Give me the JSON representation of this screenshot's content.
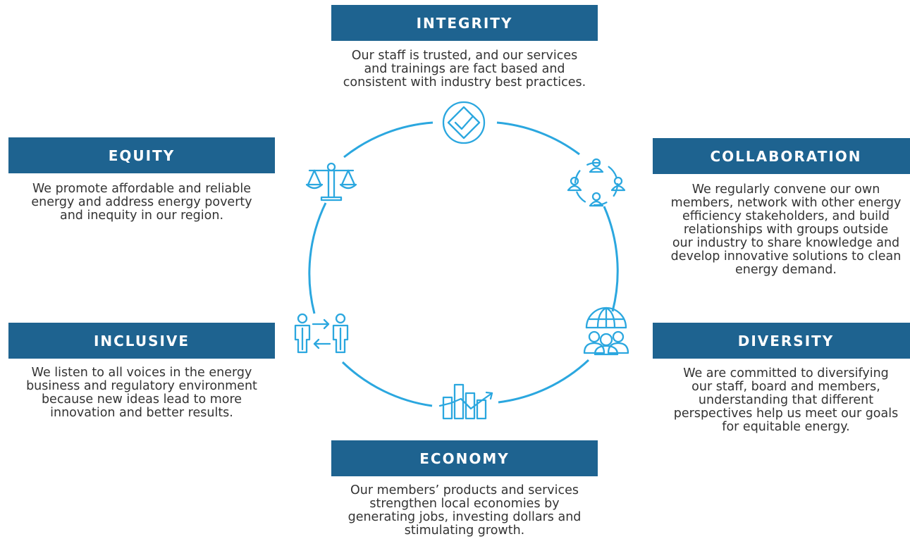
{
  "colors": {
    "header_bg": "#1e6390",
    "header_text": "#ffffff",
    "accent": "#2ba7df",
    "body_text": "#333333"
  },
  "values": {
    "integrity": {
      "title": "INTEGRITY",
      "lines": [
        "Our staff is trusted, and our services",
        "and trainings are fact based and",
        "consistent with industry best practices."
      ],
      "icon": "checkmark-icon"
    },
    "collaboration": {
      "title": "COLLABORATION",
      "lines": [
        "We regularly convene our own",
        "members, network with other energy",
        "efficiency stakeholders, and build",
        "relationships with groups outside",
        "our industry to share knowledge and",
        "develop innovative solutions to clean",
        "energy demand."
      ],
      "icon": "people-network-icon"
    },
    "diversity": {
      "title": "DIVERSITY",
      "lines": [
        "We are committed to diversifying",
        "our staff, board and members,",
        "understanding that different",
        "perspectives help us meet our goals",
        "for equitable energy."
      ],
      "icon": "globe-people-icon"
    },
    "economy": {
      "title": "ECONOMY",
      "lines": [
        "Our members’ products and services",
        "strengthen local economies by",
        "generating jobs, investing dollars and",
        "stimulating growth."
      ],
      "icon": "bar-chart-growth-icon"
    },
    "inclusive": {
      "title": "INCLUSIVE",
      "lines": [
        "We listen to all voices in the energy",
        "business and regulatory environment",
        "because new ideas lead to more",
        "innovation and better results."
      ],
      "icon": "people-exchange-icon"
    },
    "equity": {
      "title": "EQUITY",
      "lines": [
        "We promote affordable and reliable",
        "energy and address energy poverty",
        "and inequity in our region."
      ],
      "icon": "balance-scale-icon"
    }
  }
}
